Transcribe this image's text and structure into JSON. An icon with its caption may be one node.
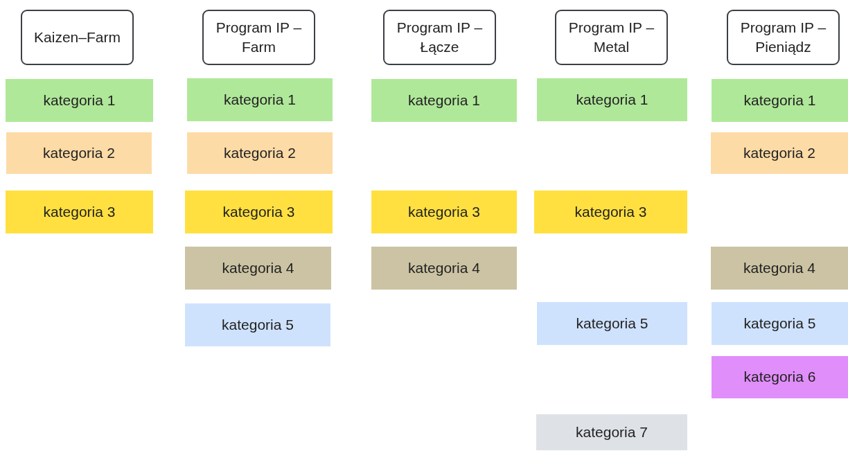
{
  "diagram": {
    "nodes": [
      {
        "text": [
          "Kaizen–Farm"
        ]
      },
      {
        "text": [
          "kategoria 1"
        ]
      },
      {
        "text": [
          "kategoria 2"
        ]
      },
      {
        "text": [
          "kategoria 3"
        ]
      },
      {
        "text": [
          "Program IP – Farm"
        ]
      },
      {
        "text": [
          "kategoria 1"
        ]
      },
      {
        "text": [
          "kategoria 2"
        ]
      },
      {
        "text": [
          "kategoria 3"
        ]
      },
      {
        "text": [
          "kategoria 4"
        ]
      },
      {
        "text": [
          "kategoria 5"
        ]
      },
      {
        "text": [
          "Program IP – Łącze"
        ]
      },
      {
        "text": [
          "kategoria 1"
        ]
      },
      {
        "text": [
          "kategoria 3"
        ]
      },
      {
        "text": [
          "kategoria 4"
        ]
      },
      {
        "text": [
          "Program IP – Metal"
        ]
      },
      {
        "text": [
          "kategoria 1"
        ]
      },
      {
        "text": [
          "kategoria 3"
        ]
      },
      {
        "text": [
          "kategoria 5"
        ]
      },
      {
        "text": [
          "kategoria 7"
        ]
      },
      {
        "text": [
          "Program IP – Pieniądz"
        ]
      },
      {
        "text": [
          "kategoria 1"
        ]
      },
      {
        "text": [
          "kategoria 2"
        ]
      },
      {
        "text": [
          "kategoria 4"
        ]
      },
      {
        "text": [
          "kategoria 5"
        ]
      },
      {
        "text": [
          "kategoria 6"
        ]
      }
    ]
  }
}
